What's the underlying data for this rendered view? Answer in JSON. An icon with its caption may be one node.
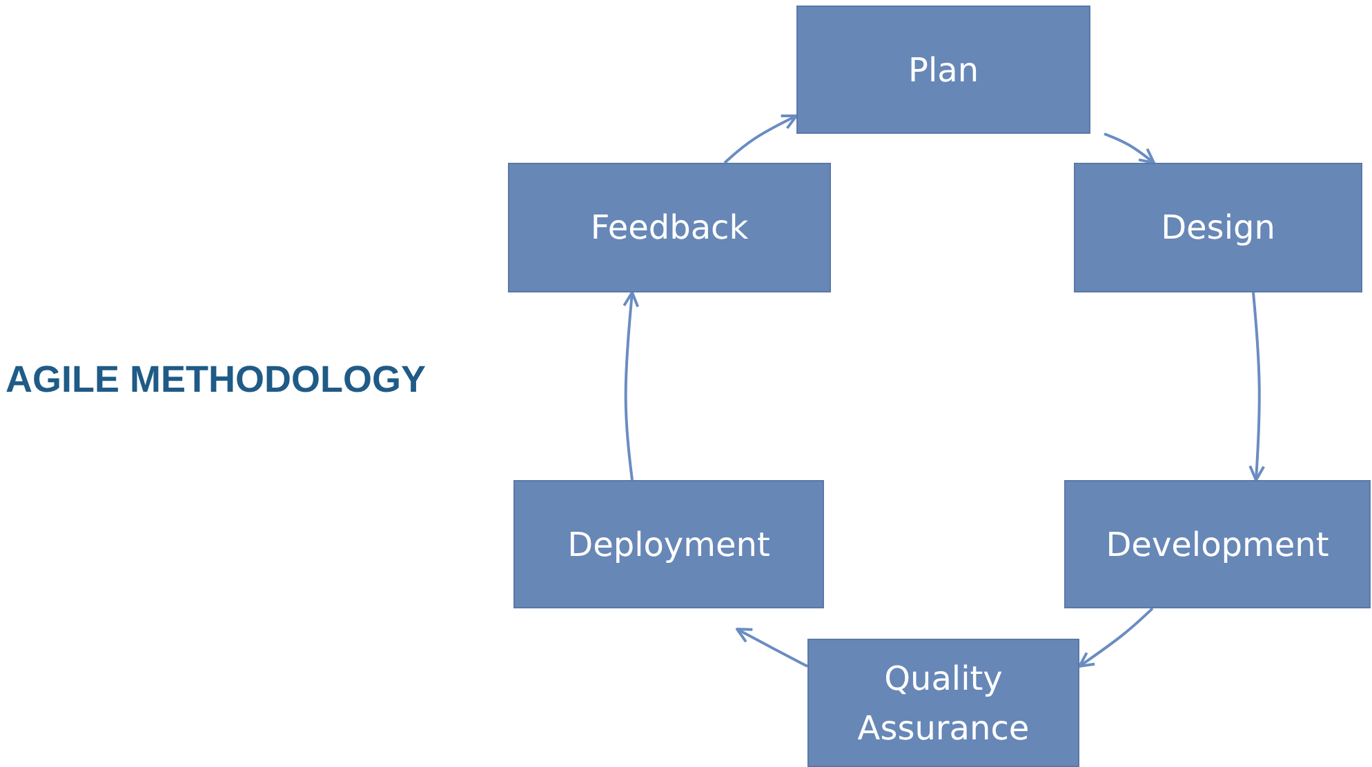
{
  "diagram": {
    "title": "AGILE METHODOLOGY",
    "nodes": [
      {
        "text": [
          "Plan"
        ]
      },
      {
        "text": [
          "Design"
        ]
      },
      {
        "text": [
          "Development"
        ]
      },
      {
        "text": [
          "Quality Assurance"
        ]
      },
      {
        "text": [
          "Deployment"
        ]
      },
      {
        "text": [
          "Feedback"
        ]
      }
    ],
    "edges": [
      {
        "from": 0,
        "to": 1,
        "arrow": "to"
      },
      {
        "from": 1,
        "to": 2,
        "arrow": "to"
      },
      {
        "from": 2,
        "to": 3,
        "arrow": "to"
      },
      {
        "from": 3,
        "to": 4,
        "arrow": "to"
      },
      {
        "from": 4,
        "to": 5,
        "arrow": "to"
      },
      {
        "from": 5,
        "to": 0,
        "arrow": "to"
      }
    ]
  }
}
